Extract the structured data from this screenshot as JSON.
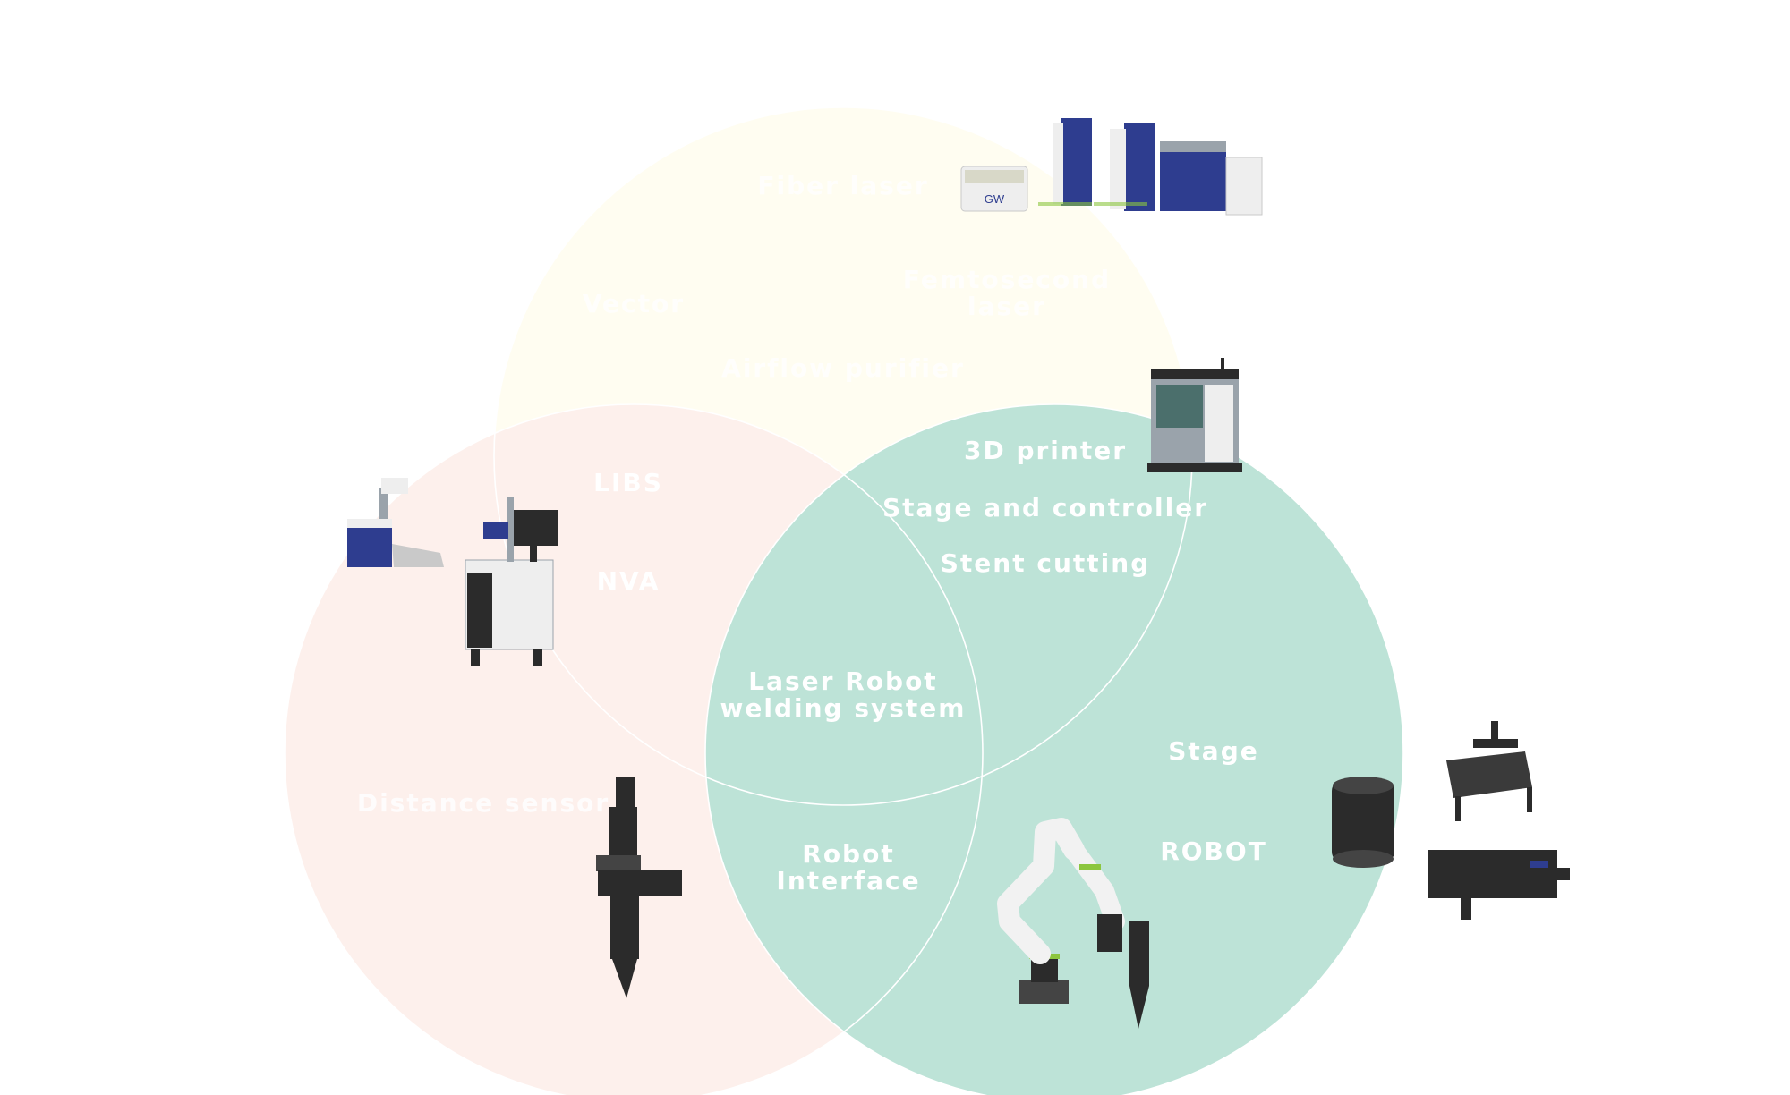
{
  "circles": {
    "top": {
      "fill": "#fffdf1"
    },
    "left": {
      "fill": "#fdf0ec"
    },
    "right": {
      "fill": "#bde3d7"
    },
    "stroke": "#ffffff"
  },
  "labels": {
    "fiber_laser": "Fiber laser",
    "vector": "Vector",
    "femtosecond_line1": "Femtosecond",
    "femtosecond_line2": "laser",
    "airflow_purifier": "Airflow purifier",
    "libs": "LIBS",
    "nva": "NVA",
    "printer_3d": "3D printer",
    "stage_and_controller": "Stage and controller",
    "stent_cutting": "Stent cutting",
    "laser_robot_line1": "Laser Robot",
    "laser_robot_line2": "welding system",
    "distance_sensor": "Distance sensor",
    "robot_interface_line1": "Robot",
    "robot_interface_line2": "Interface",
    "stage": "Stage",
    "robot": "ROBOT"
  },
  "product_logos": {
    "fiber_laser_unit": "GW"
  },
  "colors": {
    "blue_cabinet": "#2e3d8f",
    "dark_machine": "#2b2b2b",
    "grey_machine": "#9aa3ab",
    "white_machine": "#eeeeee",
    "teal_panel": "#4b6f6c",
    "robot_white": "#f2f2f2",
    "robot_green": "#8cc63f"
  }
}
